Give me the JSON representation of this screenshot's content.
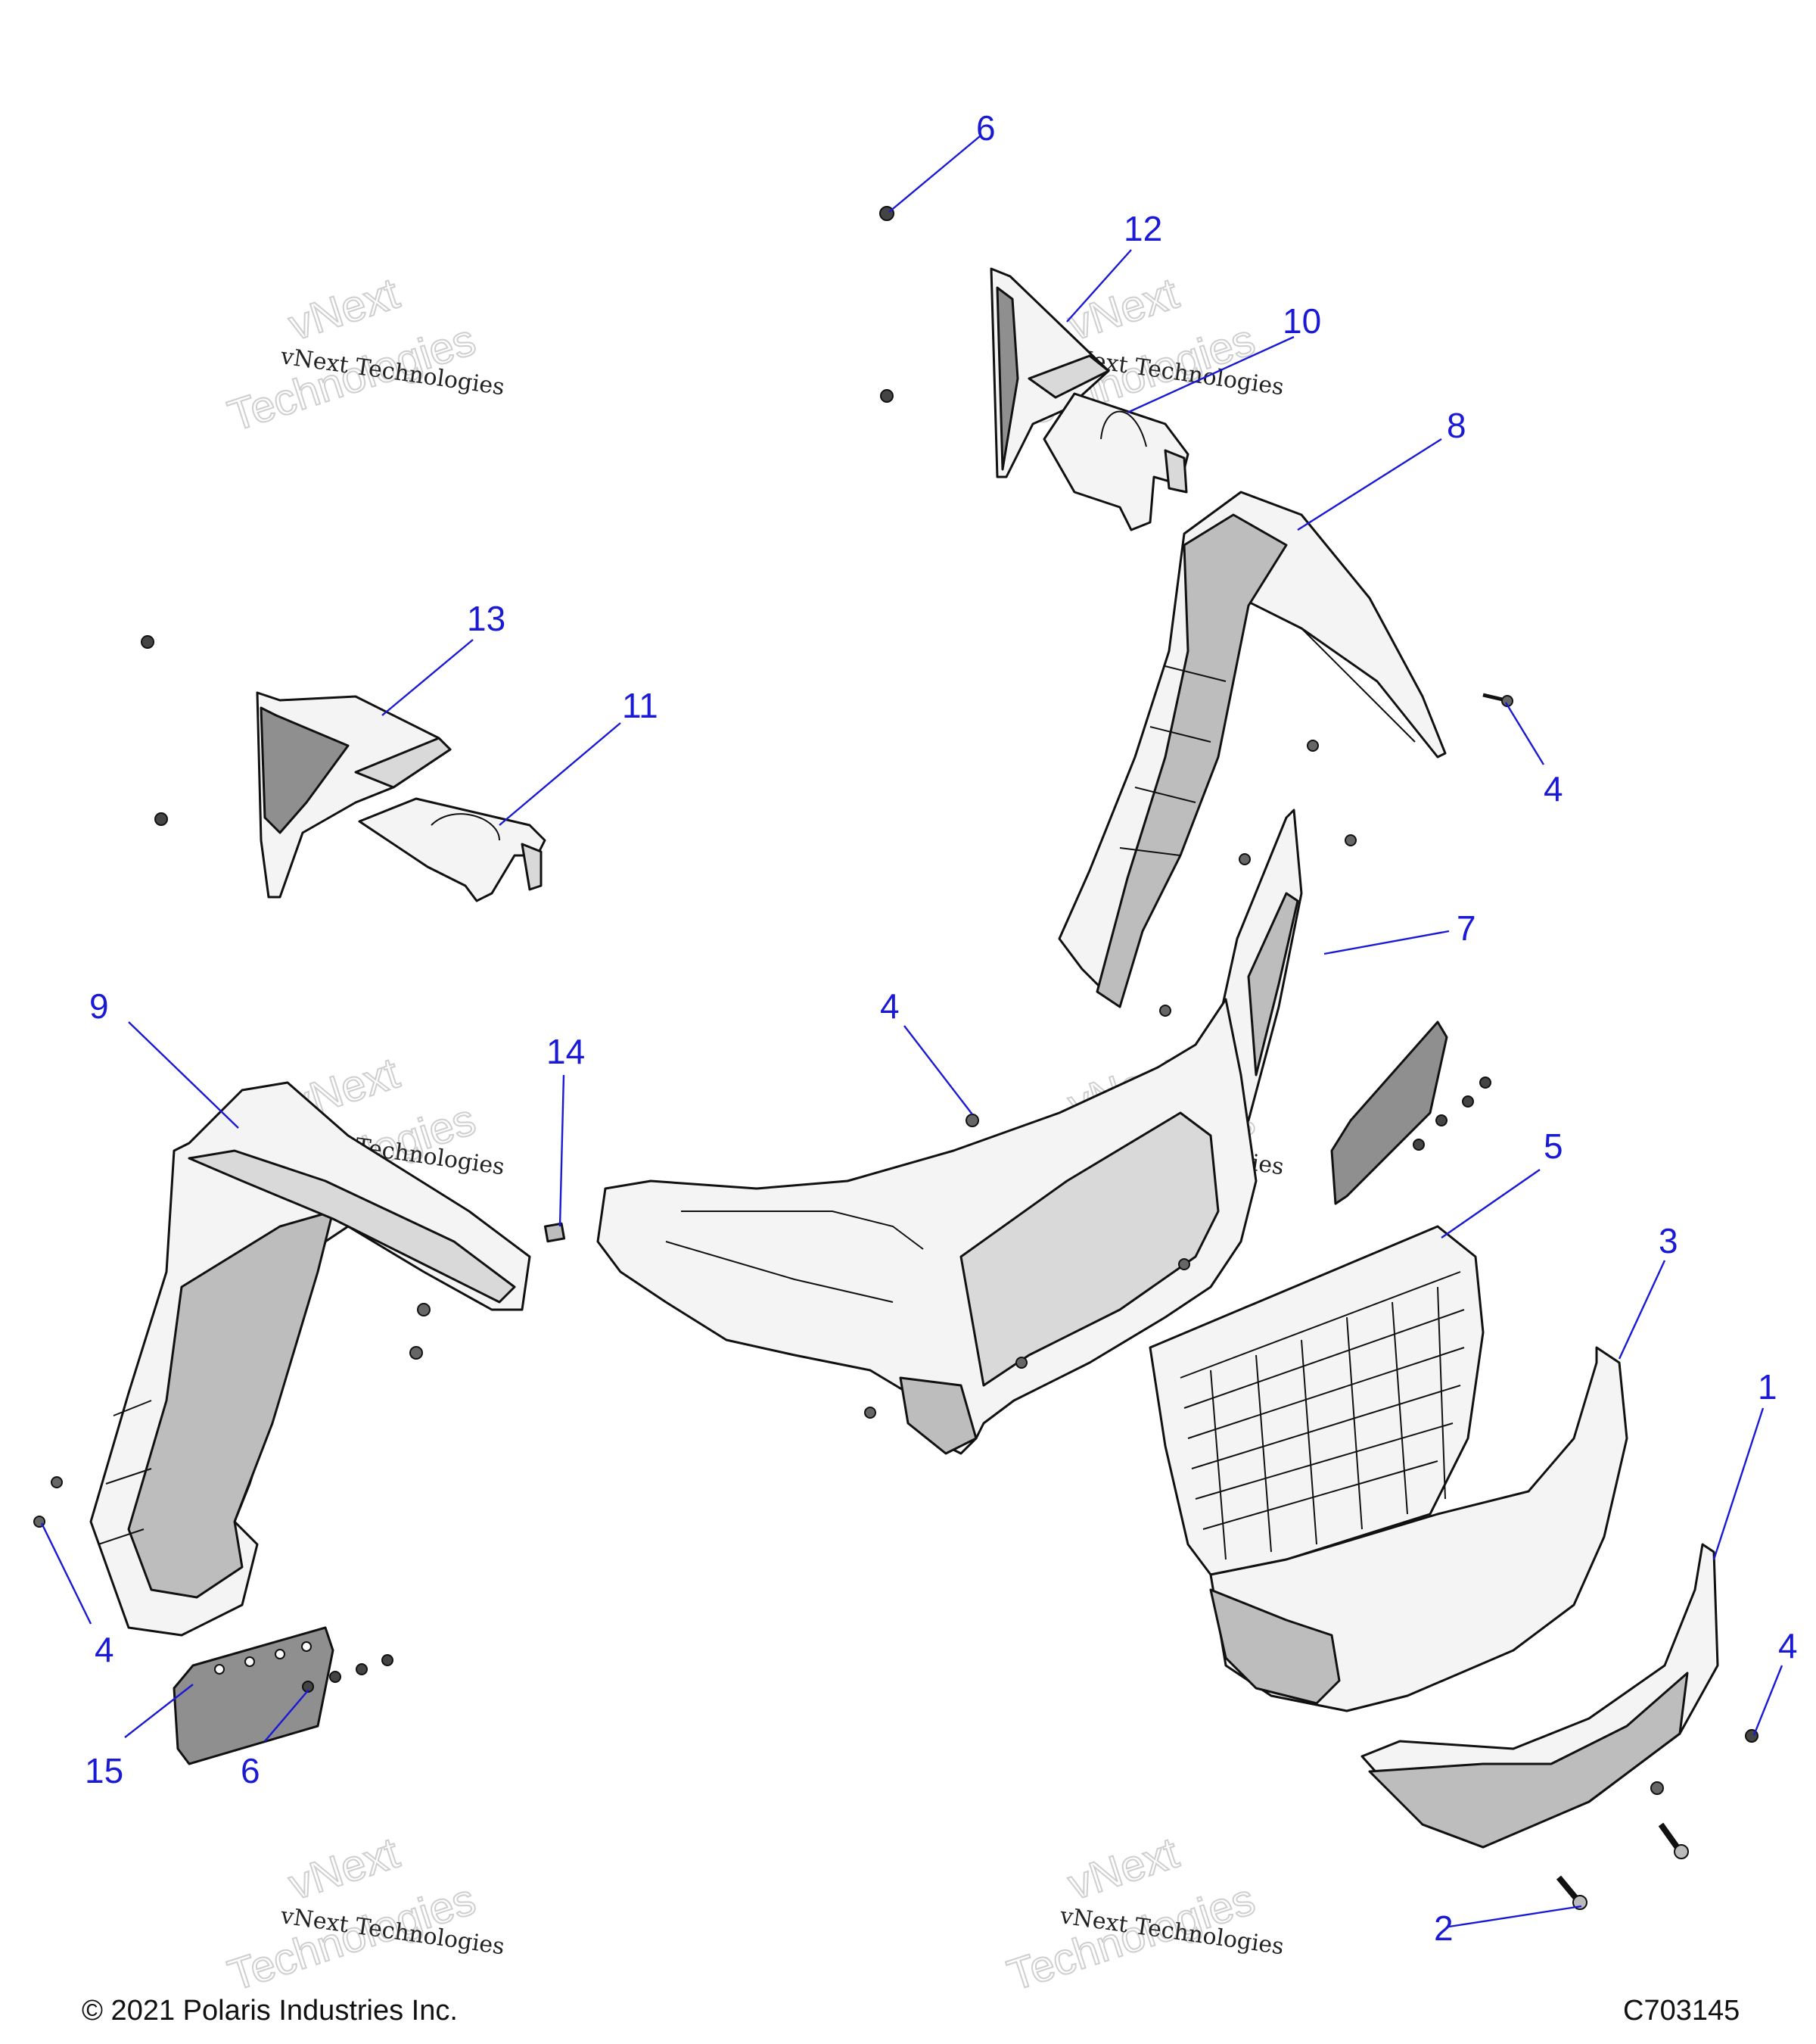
{
  "callouts": [
    {
      "id": "c6a",
      "label": "6"
    },
    {
      "id": "c12",
      "label": "12"
    },
    {
      "id": "c10",
      "label": "10"
    },
    {
      "id": "c8",
      "label": "8"
    },
    {
      "id": "c13",
      "label": "13"
    },
    {
      "id": "c11",
      "label": "11"
    },
    {
      "id": "c4a",
      "label": "4"
    },
    {
      "id": "c9",
      "label": "9"
    },
    {
      "id": "c14",
      "label": "14"
    },
    {
      "id": "c4b",
      "label": "4"
    },
    {
      "id": "c7",
      "label": "7"
    },
    {
      "id": "c5",
      "label": "5"
    },
    {
      "id": "c3",
      "label": "3"
    },
    {
      "id": "c1",
      "label": "1"
    },
    {
      "id": "c4c",
      "label": "4"
    },
    {
      "id": "c4d",
      "label": "4"
    },
    {
      "id": "c15",
      "label": "15"
    },
    {
      "id": "c6b",
      "label": "6"
    },
    {
      "id": "c2",
      "label": "2"
    }
  ],
  "watermark": {
    "line1": "vNext Technologies",
    "line2a": "vNext",
    "line2b": "Technologies"
  },
  "footer": {
    "copyright": "© 2021 Polaris Industries Inc.",
    "part_code": "C703145"
  },
  "colors": {
    "callout": "#1a1ad6",
    "linework": "#111111"
  }
}
